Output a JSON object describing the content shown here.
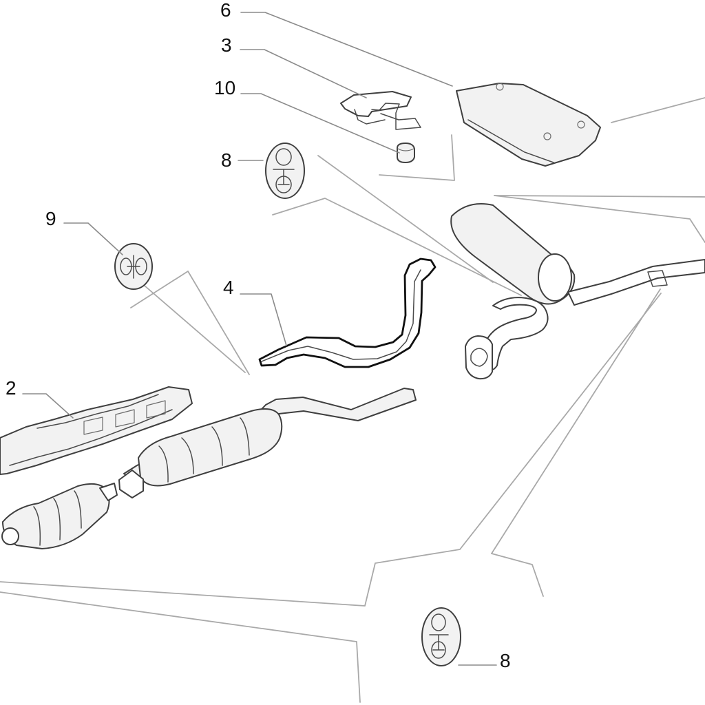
{
  "callouts": {
    "c6": "6",
    "c3": "3",
    "c10": "10",
    "c8_top": "8",
    "c9": "9",
    "c4": "4",
    "c2": "2",
    "c8_bottom": "8"
  },
  "colors": {
    "background": "#ffffff",
    "outline": "#3f3f3f",
    "guide": "#a9a9a9",
    "text": "#111111"
  }
}
